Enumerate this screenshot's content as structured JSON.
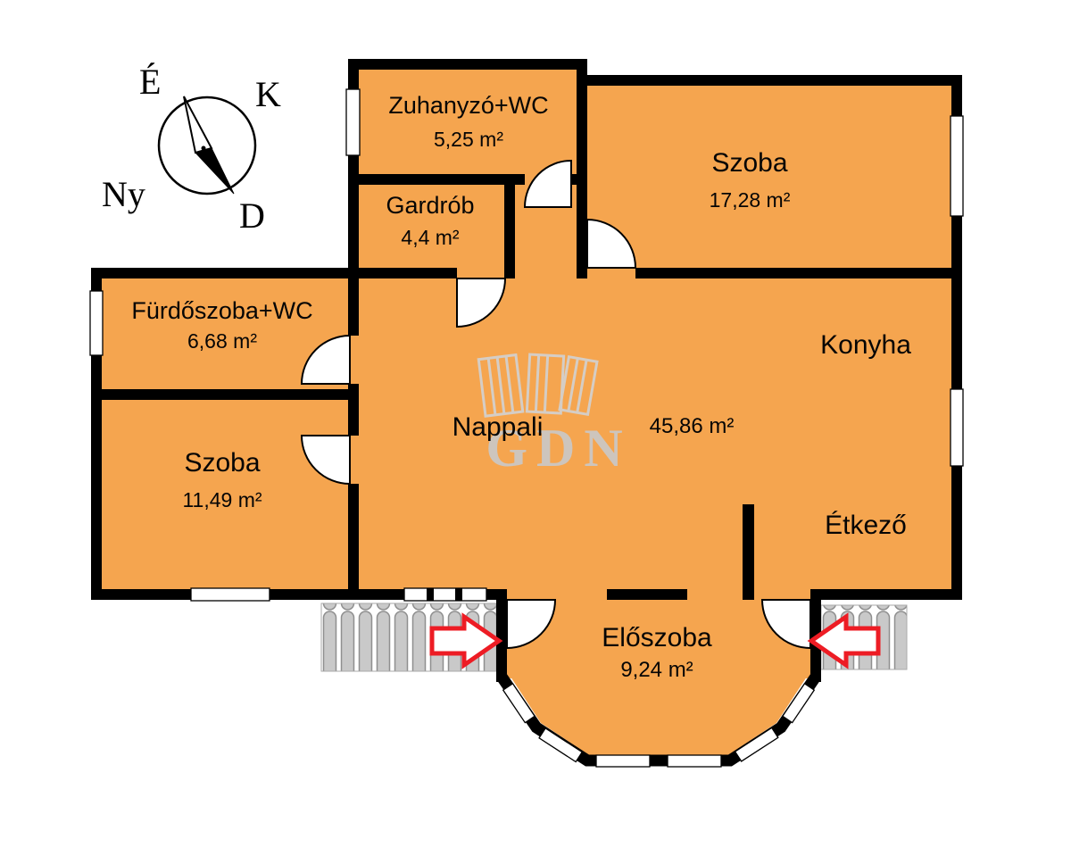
{
  "colors": {
    "room_fill": "#f5a54f",
    "wall": "#000000",
    "stairs_fill": "#c9c9c9",
    "arrow": "#ed1c24",
    "watermark": "#c9c9c9"
  },
  "compass": {
    "north": "É",
    "east": "K",
    "south": "D",
    "west": "Ny"
  },
  "watermark": {
    "text": "GDN"
  },
  "rooms": [
    {
      "id": "zuhanyzo",
      "name": "Zuhanyzó+WC",
      "area": "5,25 m²"
    },
    {
      "id": "gardrob",
      "name": "Gardrób",
      "area": "4,4 m²"
    },
    {
      "id": "szoba-top",
      "name": "Szoba",
      "area": "17,28 m²"
    },
    {
      "id": "furdoszoba",
      "name": "Fürdőszoba+WC",
      "area": "6,68 m²"
    },
    {
      "id": "szoba-left",
      "name": "Szoba",
      "area": "11,49 m²"
    },
    {
      "id": "nappali",
      "name": "Nappali",
      "area": "45,86 m²"
    },
    {
      "id": "konyha",
      "name": "Konyha",
      "area": ""
    },
    {
      "id": "etkezo",
      "name": "Étkező",
      "area": ""
    },
    {
      "id": "eloszoba",
      "name": "Előszoba",
      "area": "9,24 m²"
    }
  ]
}
